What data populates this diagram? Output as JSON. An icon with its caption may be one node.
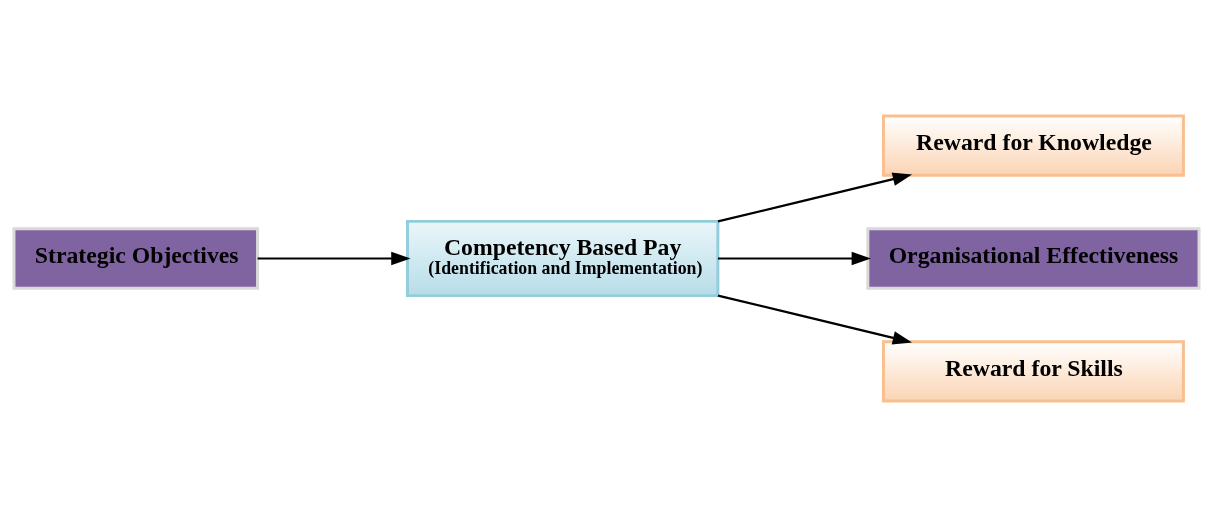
{
  "diagram": {
    "nodes": [
      {
        "text": [
          "Strategic Objectives"
        ]
      },
      {
        "text": [
          "Competency Based Pay",
          "(Identification and Implementation)"
        ]
      },
      {
        "text": [
          "Reward for Knowledge"
        ]
      },
      {
        "text": [
          "Organisational Effectiveness"
        ]
      },
      {
        "text": [
          "Reward for Skills"
        ]
      }
    ],
    "edges": [
      {
        "from": 0,
        "to": 1,
        "arrow": "to"
      },
      {
        "from": 1,
        "to": 2,
        "arrow": "to"
      },
      {
        "from": 1,
        "to": 3,
        "arrow": "to"
      },
      {
        "from": 1,
        "to": 4,
        "arrow": "to"
      }
    ]
  }
}
